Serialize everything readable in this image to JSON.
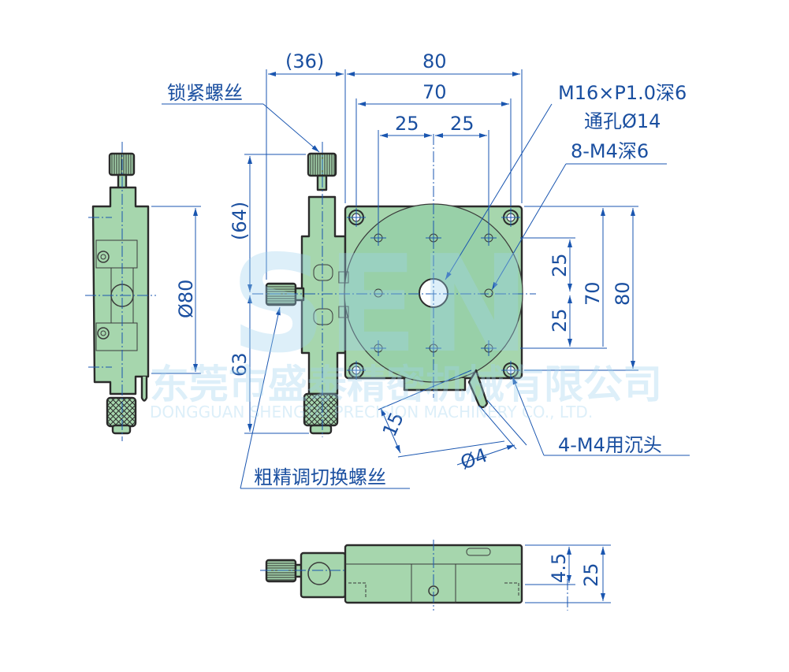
{
  "watermark": {
    "logo": "SEN",
    "company_cn": "东莞市盛泰精密机械有限公司",
    "company_en": "DONGGUAN SHENGTAI PRECISION MACHINERY CO., LTD."
  },
  "colors": {
    "part_fill": "#a6d6ad",
    "dimension": "#1a56b0",
    "outline": "#2b2b2b"
  },
  "top_view": {
    "dims": {
      "overhang": "(36)",
      "total_width": "80",
      "hole_pitch_outer": "70",
      "hole_pitch_left": "25",
      "hole_pitch_right": "25",
      "height_upper": "(64)",
      "height_lower": "63",
      "right_25_upper": "25",
      "right_25_lower": "25",
      "right_70": "70",
      "right_80": "80",
      "offset_15": "15",
      "pin_dia": "Ø4"
    },
    "callouts": {
      "lock_screw": "锁紧螺丝",
      "center_thread": "M16×P1.0深6",
      "through_hole": "通孔Ø14",
      "tapped_holes": "8-M4深6",
      "counterbore": "4-M4用沉头",
      "coarse_fine_switch": "粗精调切换螺丝"
    }
  },
  "side_view": {
    "dims": {
      "diameter": "Ø80"
    }
  },
  "front_view": {
    "dims": {
      "thickness_4_5": "4.5",
      "height_25": "25"
    }
  }
}
